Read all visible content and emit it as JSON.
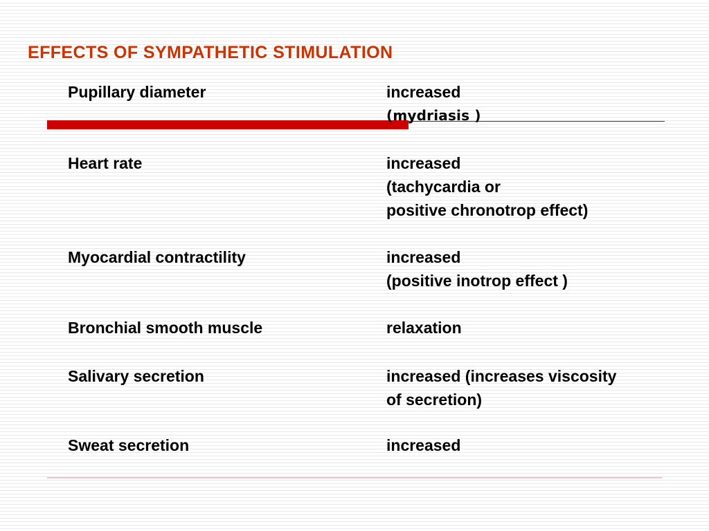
{
  "slide": {
    "title": "EFFECTS OF SYMPATHETIC STIMULATION",
    "title_color": "#cc3300",
    "accent_color": "#cc0000"
  },
  "rows": [
    {
      "term": "Pupillary diameter",
      "effect_lines": [
        "increased",
        "(mydriasis )"
      ]
    },
    {
      "term": "Heart rate",
      "effect_lines": [
        "increased",
        "(tachycardia or",
        "positive chronotrop effect)"
      ]
    },
    {
      "term": "Myocardial contractility",
      "effect_lines": [
        "increased",
        "(positive inotrop effect )"
      ]
    },
    {
      "term": "Bronchial smooth muscle",
      "effect_lines": [
        "relaxation"
      ]
    },
    {
      "term": "Salivary secretion",
      "effect_lines": [
        "increased (increases viscosity",
        "of secretion)"
      ]
    },
    {
      "term": "Sweat secretion",
      "effect_lines": [
        "increased"
      ]
    }
  ]
}
